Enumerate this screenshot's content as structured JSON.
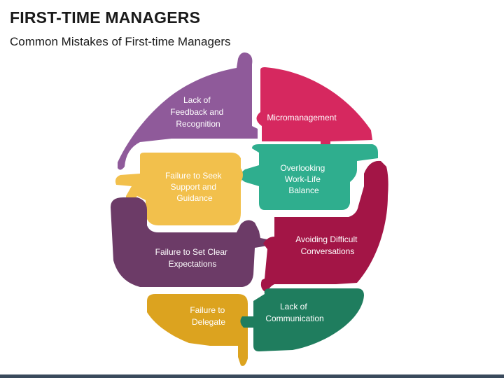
{
  "title": "FIRST-TIME MANAGERS",
  "subtitle": "Common Mistakes of First-time Managers",
  "pieces": [
    {
      "id": "lack-of-feedback",
      "lines": [
        "Lack of",
        "Feedback and",
        "Recognition"
      ],
      "color": "#8f5a9a"
    },
    {
      "id": "micromanagement",
      "lines": [
        "Micromanagement"
      ],
      "color": "#d6285f"
    },
    {
      "id": "overlooking-balance",
      "lines": [
        "Overlooking",
        "Work-Life",
        "Balance"
      ],
      "color": "#2fae8e"
    },
    {
      "id": "failure-seek-support",
      "lines": [
        "Failure to Seek",
        "Support and",
        "Guidance"
      ],
      "color": "#f2c04c"
    },
    {
      "id": "failure-clear-expectations",
      "lines": [
        "Failure to Set Clear",
        "Expectations"
      ],
      "color": "#6c3b67"
    },
    {
      "id": "avoiding-conversations",
      "lines": [
        "Avoiding Difficult",
        "Conversations"
      ],
      "color": "#a31546"
    },
    {
      "id": "failure-delegate",
      "lines": [
        "Failure to",
        "Delegate"
      ],
      "color": "#dca31f"
    },
    {
      "id": "lack-communication",
      "lines": [
        "Lack of",
        "Communication"
      ],
      "color": "#1f7d5e"
    }
  ],
  "bottom_bar_color": "#3a4a5c"
}
